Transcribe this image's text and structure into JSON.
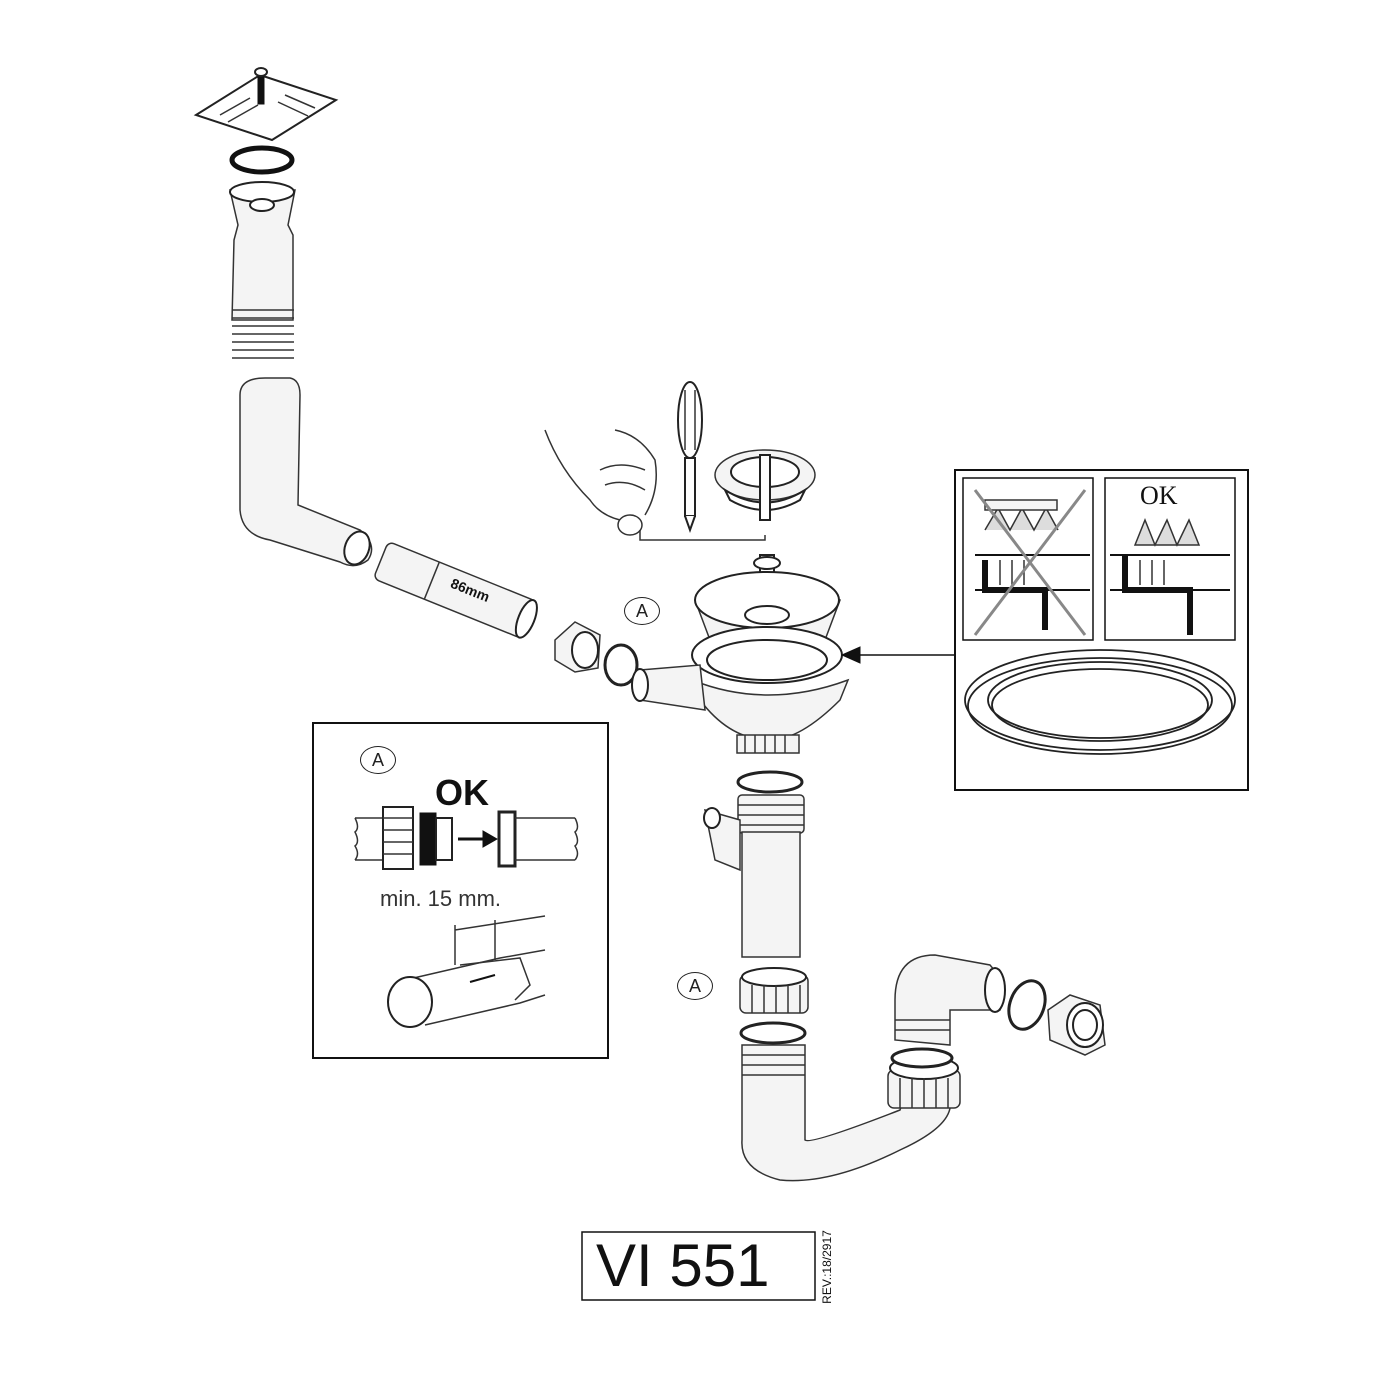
{
  "diagram": {
    "tube_length_label": "86mm",
    "detail_marker": "A",
    "inset_a": {
      "marker": "A",
      "ok_label": "OK",
      "min_length_label": "min. 15 mm."
    },
    "inset_gasket": {
      "ok_label": "OK"
    },
    "model_label": "VI 551",
    "revision_label": "REV.:18/2917"
  }
}
